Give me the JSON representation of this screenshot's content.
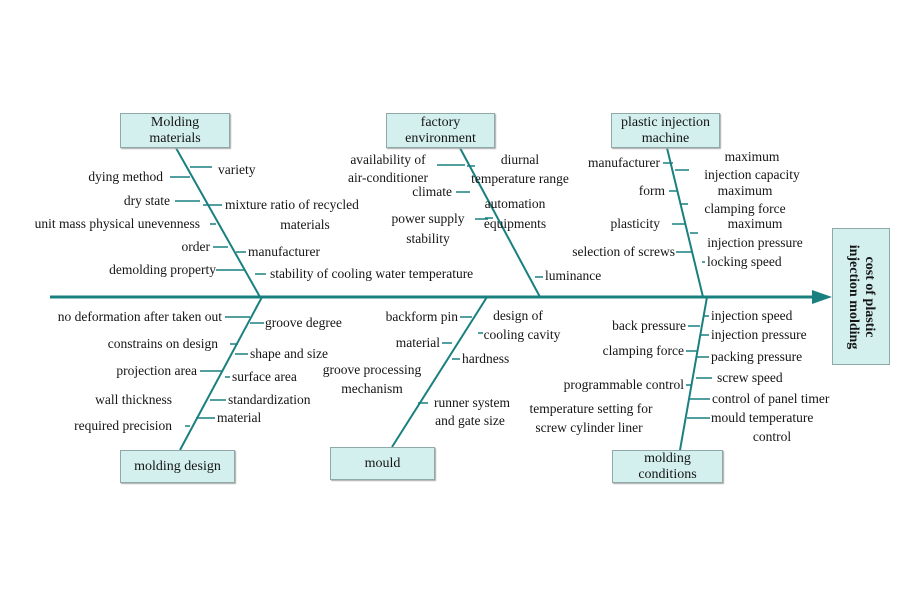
{
  "head": {
    "line1": "cost of plastic",
    "line2": "injection molding"
  },
  "colors": {
    "bone": "#1a7f7f",
    "box_fill": "#d3efee"
  },
  "categories": {
    "molding_materials": {
      "title1": "Molding",
      "title2": "materials",
      "causes": [
        "variety",
        "dying method",
        "dry state",
        "mixture ratio of recycled",
        "materials",
        "unit mass physical unevenness",
        "order",
        "manufacturer",
        "demolding property",
        "stability of cooling water temperature"
      ]
    },
    "factory_environment": {
      "title1": "factory",
      "title2": "environment",
      "causes": [
        "availability of",
        "air-conditioner",
        "diurnal",
        "temperature range",
        "climate",
        "automation",
        "equipments",
        "power supply",
        "stability",
        "luminance"
      ]
    },
    "plastic_injection_machine": {
      "title1": "plastic injection",
      "title2": "machine",
      "causes": [
        "manufacturer",
        "maximum",
        "injection capacity",
        "form",
        "maximum",
        "clamping force",
        "plasticity",
        "maximum",
        "injection pressure",
        "selection of screws",
        "locking speed"
      ]
    },
    "molding_design": {
      "title": "molding design",
      "causes": [
        "no deformation after taken out",
        "groove degree",
        "constrains on design",
        "shape and size",
        "projection area",
        "surface area",
        "wall thickness",
        "standardization",
        "required precision",
        "material"
      ]
    },
    "mould": {
      "title": "mould",
      "causes": [
        "backform pin",
        "design of",
        "cooling cavity",
        "material",
        "hardness",
        "groove processing",
        "mechanism",
        "runner system",
        "and gate size"
      ]
    },
    "molding_conditions": {
      "title1": "molding",
      "title2": "conditions",
      "causes": [
        "injection speed",
        "back pressure",
        "injection pressure",
        "clamping force",
        "packing pressure",
        "screw speed",
        "programmable control",
        "control of panel timer",
        "temperature setting for",
        "screw cylinder liner",
        "mould temperature",
        "control"
      ]
    }
  }
}
